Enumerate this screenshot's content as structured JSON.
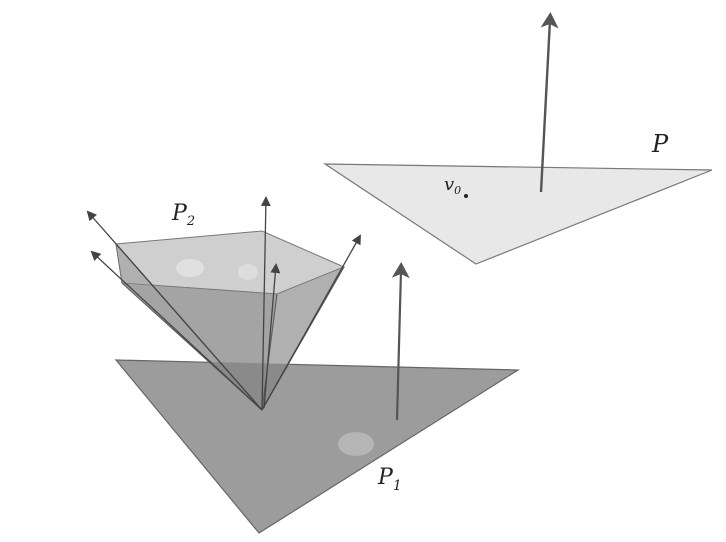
{
  "labels": {
    "p": "P",
    "p1": "P",
    "p1_sub": "1",
    "p2": "P",
    "p2_sub": "2",
    "v0": "v",
    "v0_sub": "0"
  },
  "colors": {
    "plane_p": "#e8e8e8",
    "plane_p1": "#9c9c9c",
    "pyramid_top": "#cfcfcf",
    "pyramid_side_left": "#b0b0b0",
    "pyramid_side_front": "#a4a4a4",
    "pyramid_side_dark": "#8a8a8a",
    "edge": "#5a5a5a",
    "arrow": "#444444"
  }
}
